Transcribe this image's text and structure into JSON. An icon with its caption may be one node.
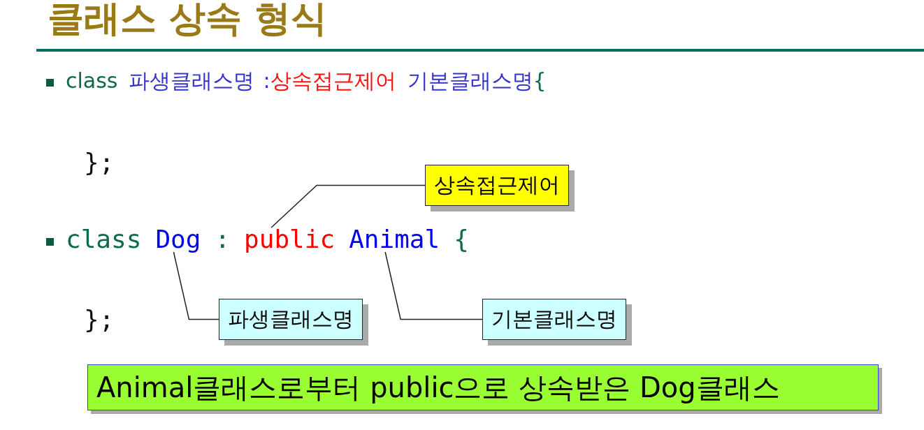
{
  "diagram": {
    "title": "클래스 상속 형식",
    "nodes": [
      {
        "text": [
          "상속접근제어"
        ]
      },
      {
        "text": [
          "Dog"
        ]
      },
      {
        "text": [
          "public"
        ]
      },
      {
        "text": [
          "Animal"
        ]
      },
      {
        "text": [
          "파생클래스명"
        ]
      },
      {
        "text": [
          "기본클래스명"
        ]
      },
      {
        "text": [
          "Animal클래스로부터 public으로 상속받은 Dog클래스"
        ]
      }
    ],
    "edges": [
      {
        "from": 0,
        "to": 2,
        "arrow": "none"
      },
      {
        "from": 4,
        "to": 1,
        "arrow": "none"
      },
      {
        "from": 5,
        "to": 3,
        "arrow": "none"
      }
    ],
    "labels": [
      "class",
      "파생클래스명",
      ":",
      "상속접근제어",
      "기본클래스명",
      "{",
      "};",
      "class",
      ":",
      "{",
      "};"
    ]
  }
}
